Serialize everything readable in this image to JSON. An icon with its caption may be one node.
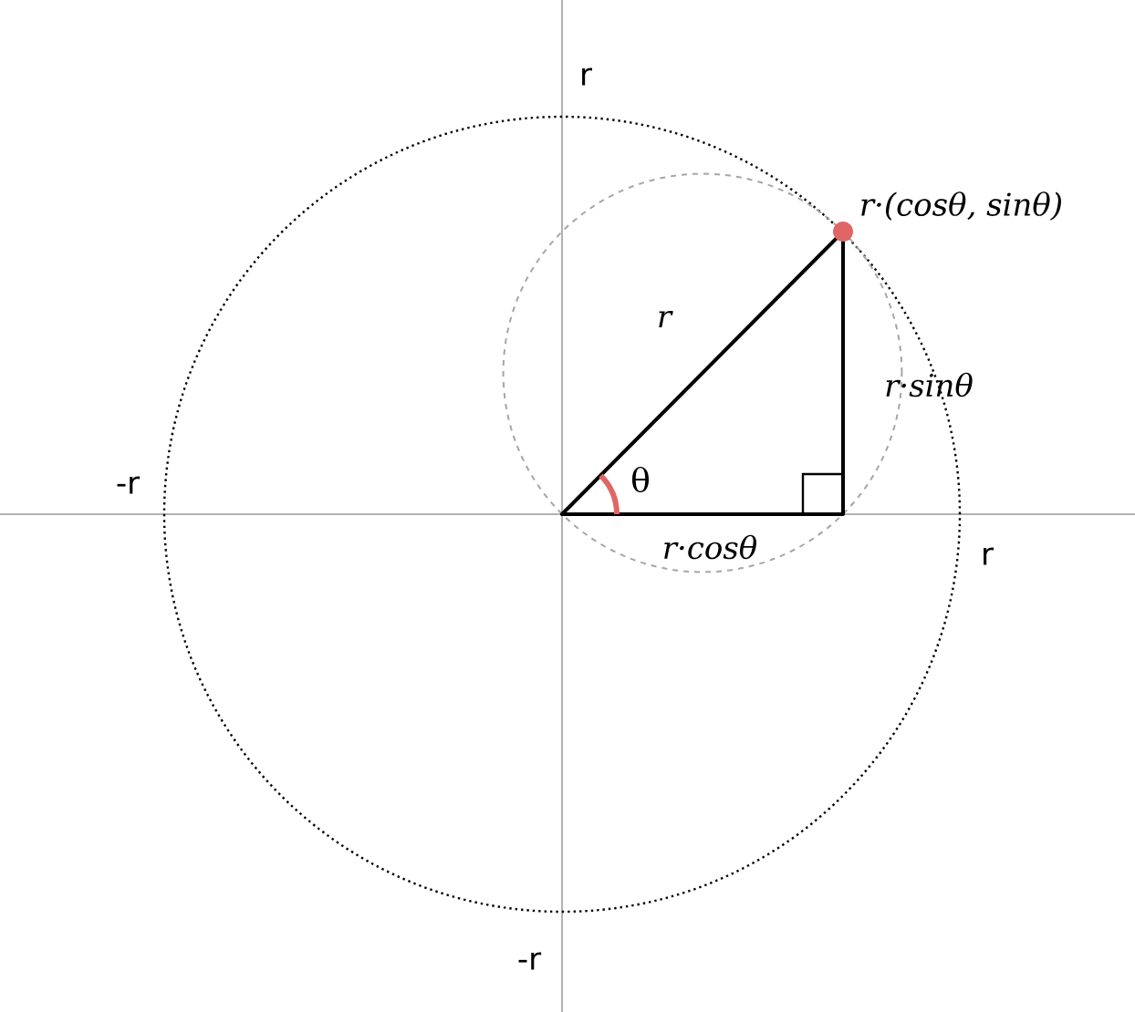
{
  "diagram": {
    "nodes": [
      {
        "text": [],
        "shape": "circle",
        "beside": [
          "r·(cosθ, sinθ)"
        ]
      }
    ],
    "edges": [],
    "labels": [
      "r",
      "r",
      "r·sinθ",
      "θ",
      "-r",
      "r·cosθ",
      "r",
      "-r"
    ]
  }
}
